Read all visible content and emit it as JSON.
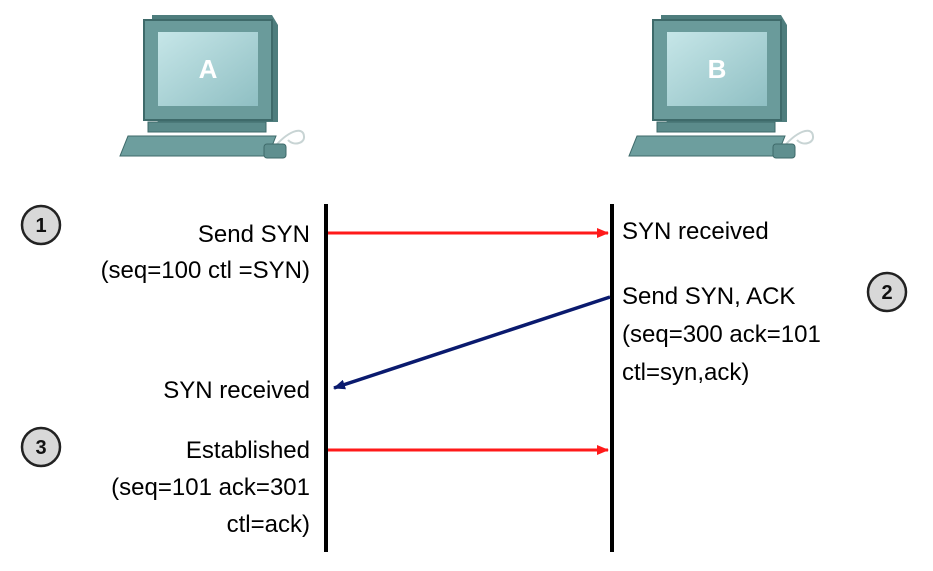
{
  "hosts": {
    "a": {
      "label": "A"
    },
    "b": {
      "label": "B"
    }
  },
  "steps": [
    {
      "number": "1"
    },
    {
      "number": "2"
    },
    {
      "number": "3"
    }
  ],
  "left_labels": {
    "send_syn": "Send SYN",
    "send_syn_detail": "(seq=100 ctl =SYN)",
    "syn_received": "SYN received",
    "established": "Established",
    "established_detail_1": "(seq=101 ack=301",
    "established_detail_2": "ctl=ack)"
  },
  "right_labels": {
    "syn_received": "SYN received",
    "send_syn_ack": "Send SYN, ACK",
    "send_syn_ack_detail_1": "(seq=300 ack=101",
    "send_syn_ack_detail_2": "ctl=syn,ack)"
  },
  "colors": {
    "arrow_syn": "#ff1a1a",
    "arrow_syn_ack": "#0a1a6e",
    "timeline": "#000000",
    "computer_body": "#5f8f8f",
    "computer_screen": "#a9d3d6",
    "step_badge": "#d8d8d8"
  }
}
